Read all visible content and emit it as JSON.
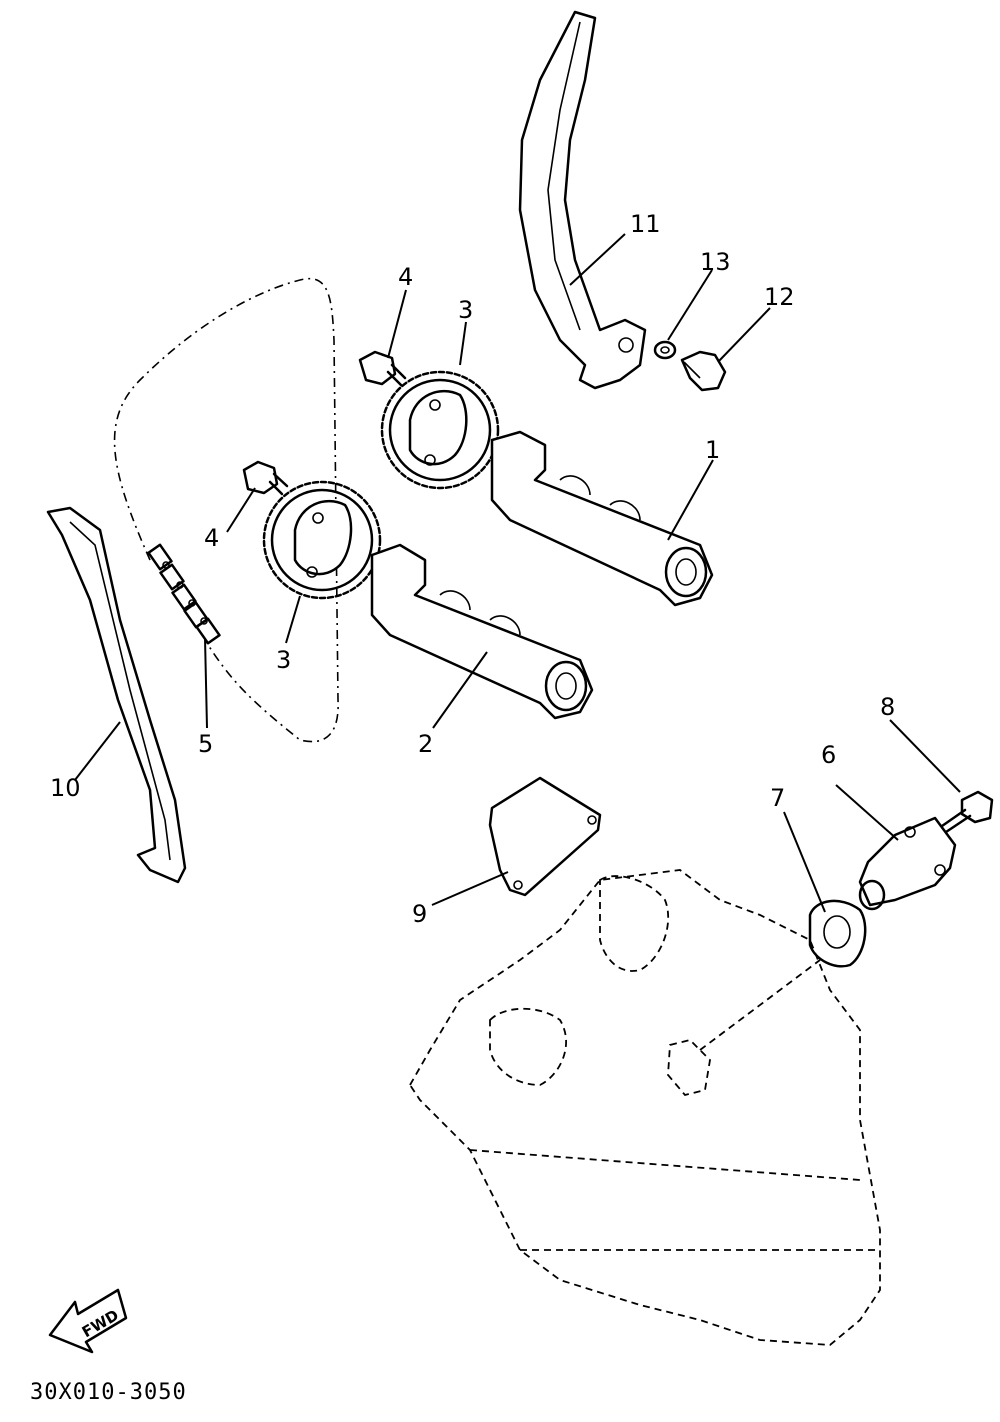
{
  "callouts": [
    {
      "id": "c1",
      "text": "1"
    },
    {
      "id": "c2",
      "text": "2"
    },
    {
      "id": "c3a",
      "text": "3"
    },
    {
      "id": "c3b",
      "text": "3"
    },
    {
      "id": "c4a",
      "text": "4"
    },
    {
      "id": "c4b",
      "text": "4"
    },
    {
      "id": "c5",
      "text": "5"
    },
    {
      "id": "c6",
      "text": "6"
    },
    {
      "id": "c7",
      "text": "7"
    },
    {
      "id": "c8",
      "text": "8"
    },
    {
      "id": "c9",
      "text": "9"
    },
    {
      "id": "c10",
      "text": "10"
    },
    {
      "id": "c11",
      "text": "11"
    },
    {
      "id": "c12",
      "text": "12"
    },
    {
      "id": "c13",
      "text": "13"
    }
  ],
  "direction_marker": {
    "text": "FWD"
  },
  "drawing_code": "30X010-3050"
}
